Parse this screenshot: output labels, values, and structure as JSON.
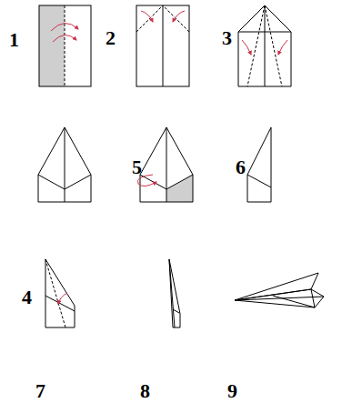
{
  "diagram": {
    "labels": [
      "1",
      "2",
      "3",
      "5",
      "6",
      "4",
      "7",
      "8",
      "9"
    ]
  }
}
